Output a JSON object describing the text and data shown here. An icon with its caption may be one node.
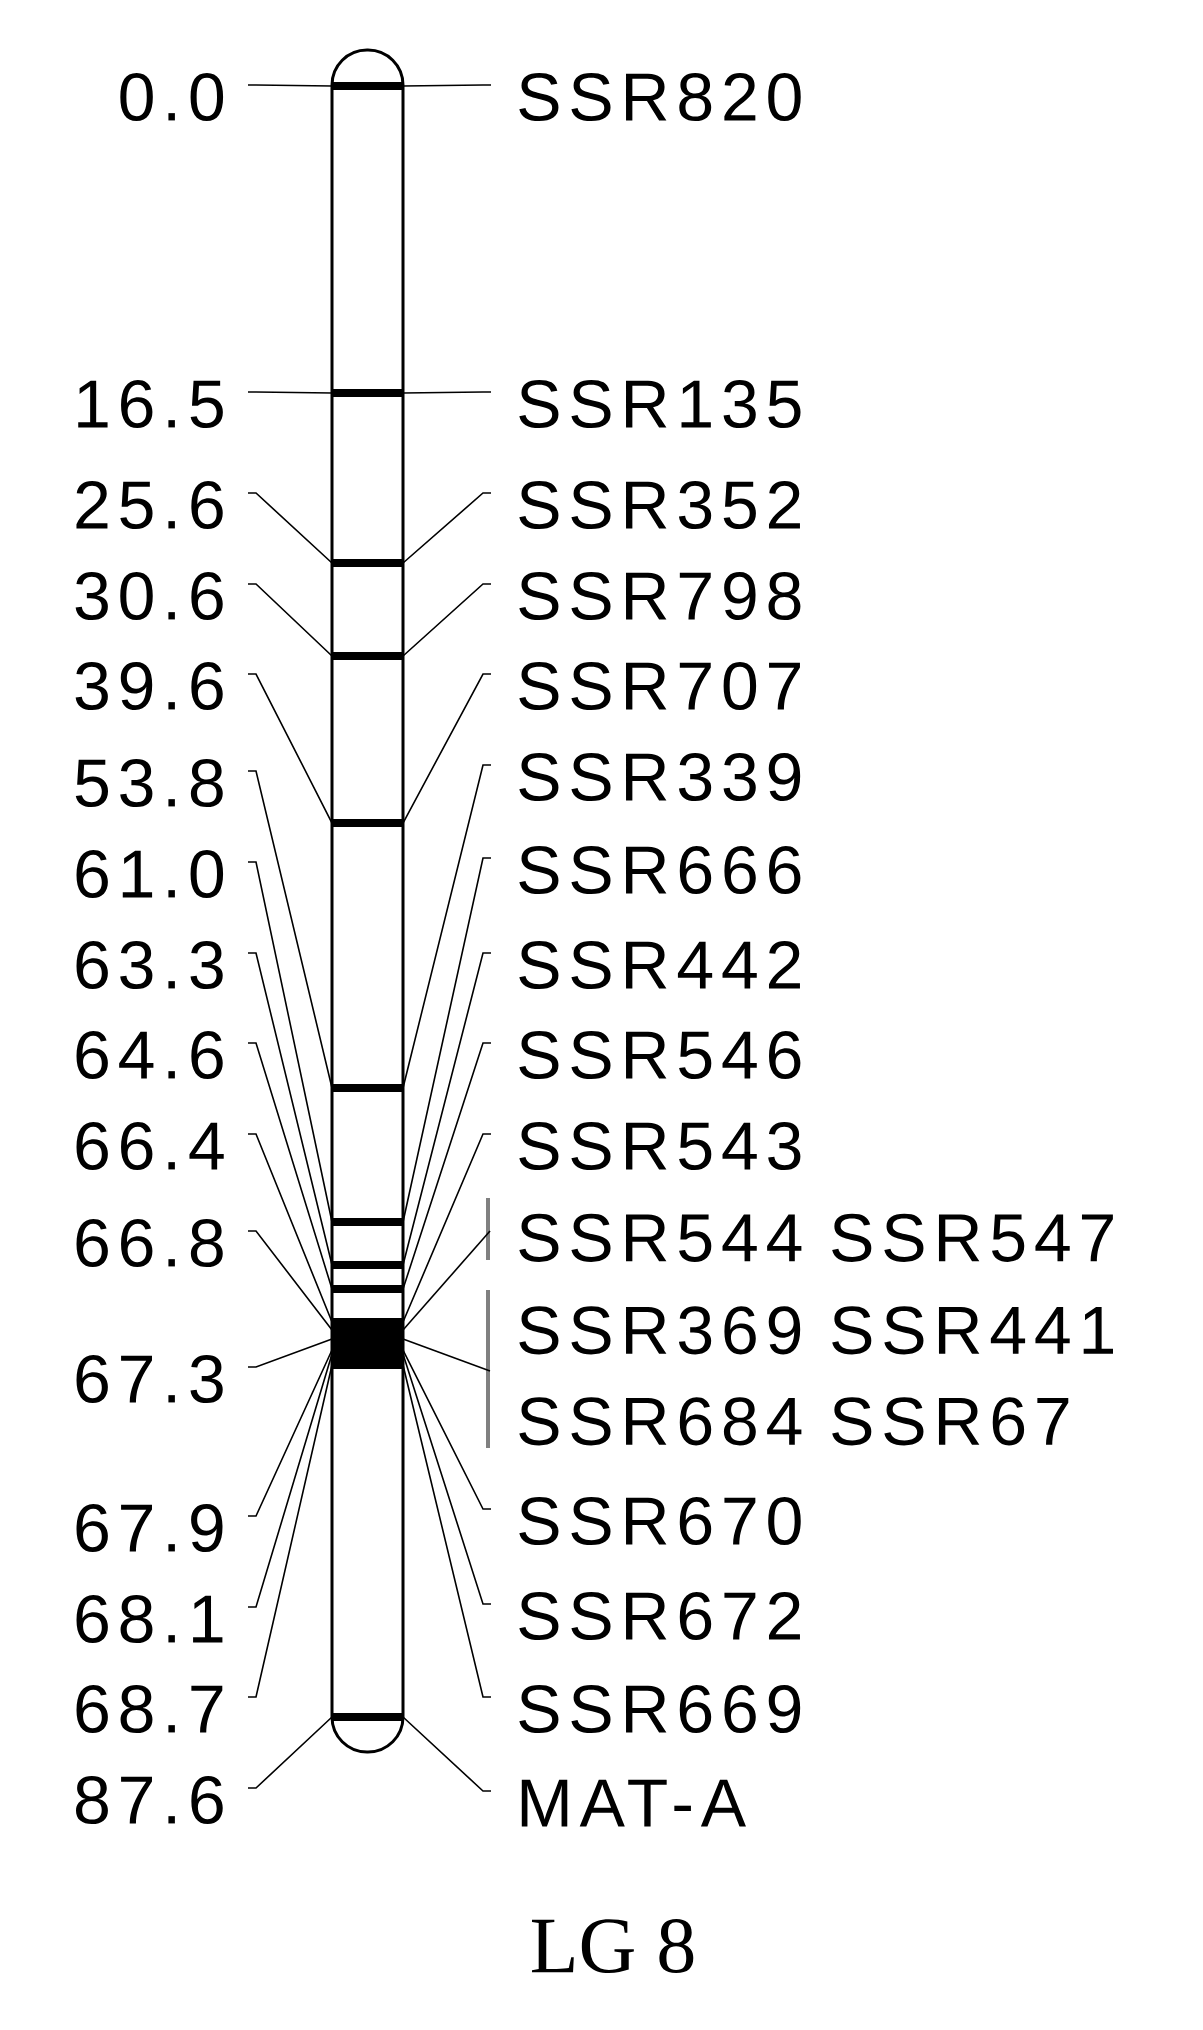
{
  "diagram": {
    "caption": "LG 8",
    "nodes": [
      {
        "text": [],
        "shape": "bar"
      },
      {
        "text": [
          "0.0"
        ]
      },
      {
        "text": [
          "16.5"
        ]
      },
      {
        "text": [
          "25.6"
        ]
      },
      {
        "text": [
          "30.6"
        ]
      },
      {
        "text": [
          "39.6"
        ]
      },
      {
        "text": [
          "53.8"
        ]
      },
      {
        "text": [
          "61.0"
        ]
      },
      {
        "text": [
          "63.3"
        ]
      },
      {
        "text": [
          "64.6"
        ]
      },
      {
        "text": [
          "66.4"
        ]
      },
      {
        "text": [
          "66.8"
        ]
      },
      {
        "text": [
          "67.3"
        ]
      },
      {
        "text": [
          "67.9"
        ]
      },
      {
        "text": [
          "68.1"
        ]
      },
      {
        "text": [
          "68.7"
        ]
      },
      {
        "text": [
          "87.6"
        ]
      },
      {
        "text": [
          "SSR820"
        ]
      },
      {
        "text": [
          "SSR135"
        ]
      },
      {
        "text": [
          "SSR352"
        ]
      },
      {
        "text": [
          "SSR798"
        ]
      },
      {
        "text": [
          "SSR707"
        ]
      },
      {
        "text": [
          "SSR339"
        ]
      },
      {
        "text": [
          "SSR666"
        ]
      },
      {
        "text": [
          "SSR442"
        ]
      },
      {
        "text": [
          "SSR546"
        ]
      },
      {
        "text": [
          "SSR543"
        ]
      },
      {
        "text": [
          "SSR544 SSR547"
        ]
      },
      {
        "text": [
          "SSR369 SSR441",
          "SSR684 SSR67"
        ]
      },
      {
        "text": [
          "SSR670"
        ]
      },
      {
        "text": [
          "SSR672"
        ]
      },
      {
        "text": [
          "SSR669"
        ]
      },
      {
        "text": [
          "MAT-A"
        ]
      }
    ],
    "edges": [
      {
        "from": 1,
        "to": 0,
        "arrow": "none"
      },
      {
        "from": 2,
        "to": 0,
        "arrow": "none"
      },
      {
        "from": 3,
        "to": 0,
        "arrow": "none"
      },
      {
        "from": 4,
        "to": 0,
        "arrow": "none"
      },
      {
        "from": 5,
        "to": 0,
        "arrow": "none"
      },
      {
        "from": 6,
        "to": 0,
        "arrow": "none"
      },
      {
        "from": 7,
        "to": 0,
        "arrow": "none"
      },
      {
        "from": 8,
        "to": 0,
        "arrow": "none"
      },
      {
        "from": 9,
        "to": 0,
        "arrow": "none"
      },
      {
        "from": 10,
        "to": 0,
        "arrow": "none"
      },
      {
        "from": 11,
        "to": 0,
        "arrow": "none"
      },
      {
        "from": 12,
        "to": 0,
        "arrow": "none"
      },
      {
        "from": 13,
        "to": 0,
        "arrow": "none"
      },
      {
        "from": 14,
        "to": 0,
        "arrow": "none"
      },
      {
        "from": 15,
        "to": 0,
        "arrow": "none"
      },
      {
        "from": 16,
        "to": 0,
        "arrow": "none"
      },
      {
        "from": 17,
        "to": 0,
        "arrow": "none"
      },
      {
        "from": 18,
        "to": 0,
        "arrow": "none"
      },
      {
        "from": 19,
        "to": 0,
        "arrow": "none"
      },
      {
        "from": 20,
        "to": 0,
        "arrow": "none"
      },
      {
        "from": 21,
        "to": 0,
        "arrow": "none"
      },
      {
        "from": 22,
        "to": 0,
        "arrow": "none"
      },
      {
        "from": 23,
        "to": 0,
        "arrow": "none"
      },
      {
        "from": 24,
        "to": 0,
        "arrow": "none"
      },
      {
        "from": 25,
        "to": 0,
        "arrow": "none"
      },
      {
        "from": 26,
        "to": 0,
        "arrow": "none"
      },
      {
        "from": 27,
        "to": 0,
        "arrow": "none"
      },
      {
        "from": 28,
        "to": 0,
        "arrow": "none"
      },
      {
        "from": 29,
        "to": 0,
        "arrow": "none"
      },
      {
        "from": 30,
        "to": 0,
        "arrow": "none"
      },
      {
        "from": 31,
        "to": 0,
        "arrow": "none"
      },
      {
        "from": 32,
        "to": 0,
        "arrow": "none"
      }
    ]
  }
}
